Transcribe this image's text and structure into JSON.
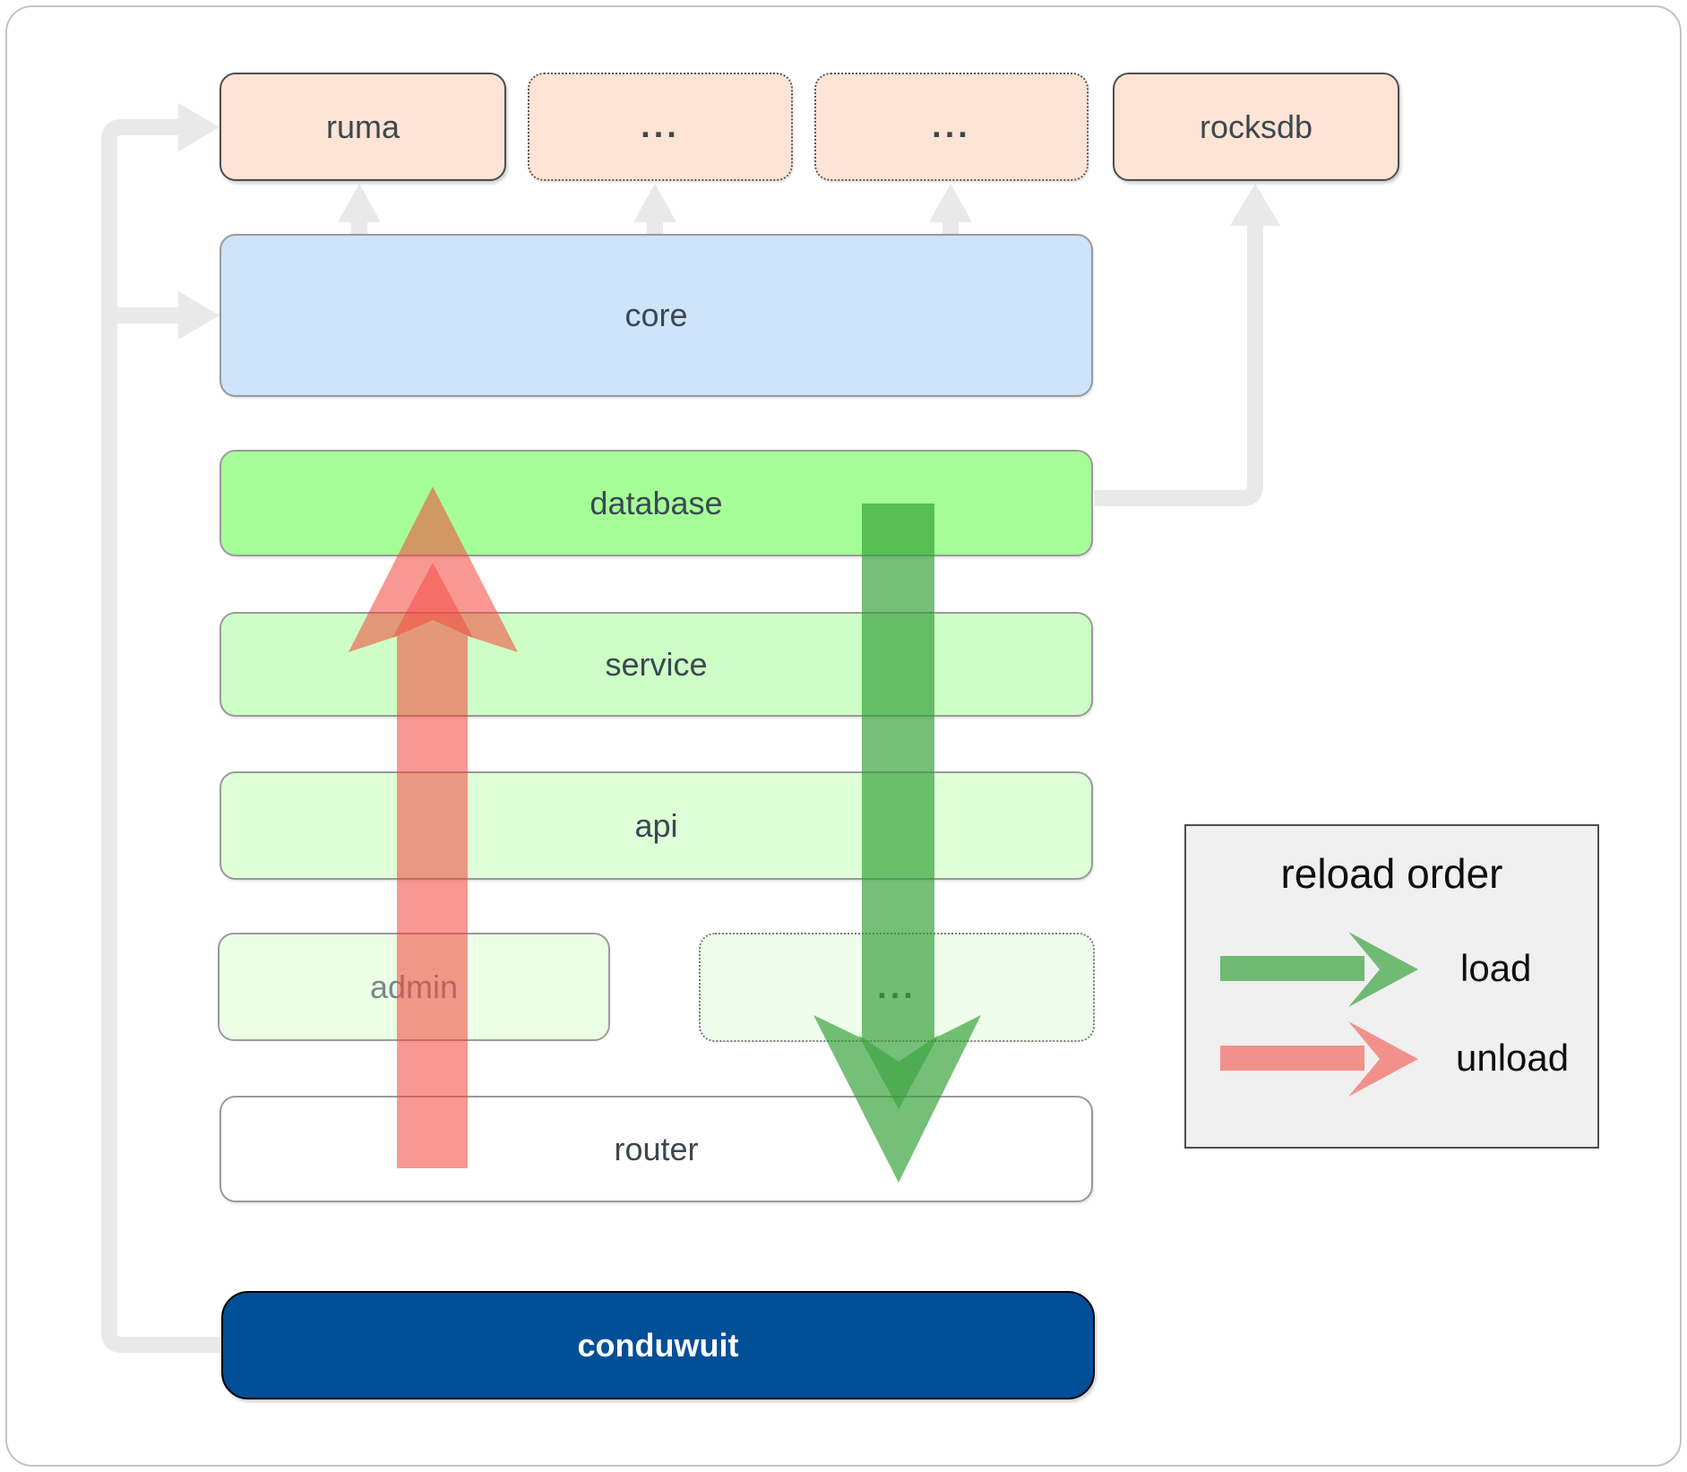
{
  "diagram": {
    "top_row": [
      {
        "label": "ruma"
      },
      {
        "label": "..."
      },
      {
        "label": "..."
      },
      {
        "label": "rocksdb"
      }
    ],
    "layers": {
      "core": "core",
      "database": "database",
      "service": "service",
      "api": "api",
      "admin": "admin",
      "modules": "...",
      "router": "router",
      "app": "conduwuit"
    },
    "legend": {
      "title": "reload order",
      "load_label": "load",
      "unload_label": "unload"
    },
    "colors": {
      "load_arrow": "#2e9e33",
      "unload_arrow": "#f4433b",
      "connector": "#e9e9e9",
      "dependency_fill": "#fee4d4",
      "core_fill": "#cde4fb",
      "database_fill": "#a6fe99",
      "service_fill": "#cdfec6",
      "api_fill": "#defed7",
      "admin_fill": "#eaffe5",
      "modules_fill": "#effdeb",
      "router_fill": "#ffffff",
      "app_fill": "#014f97",
      "legend_bg": "#f0f0f0"
    }
  }
}
